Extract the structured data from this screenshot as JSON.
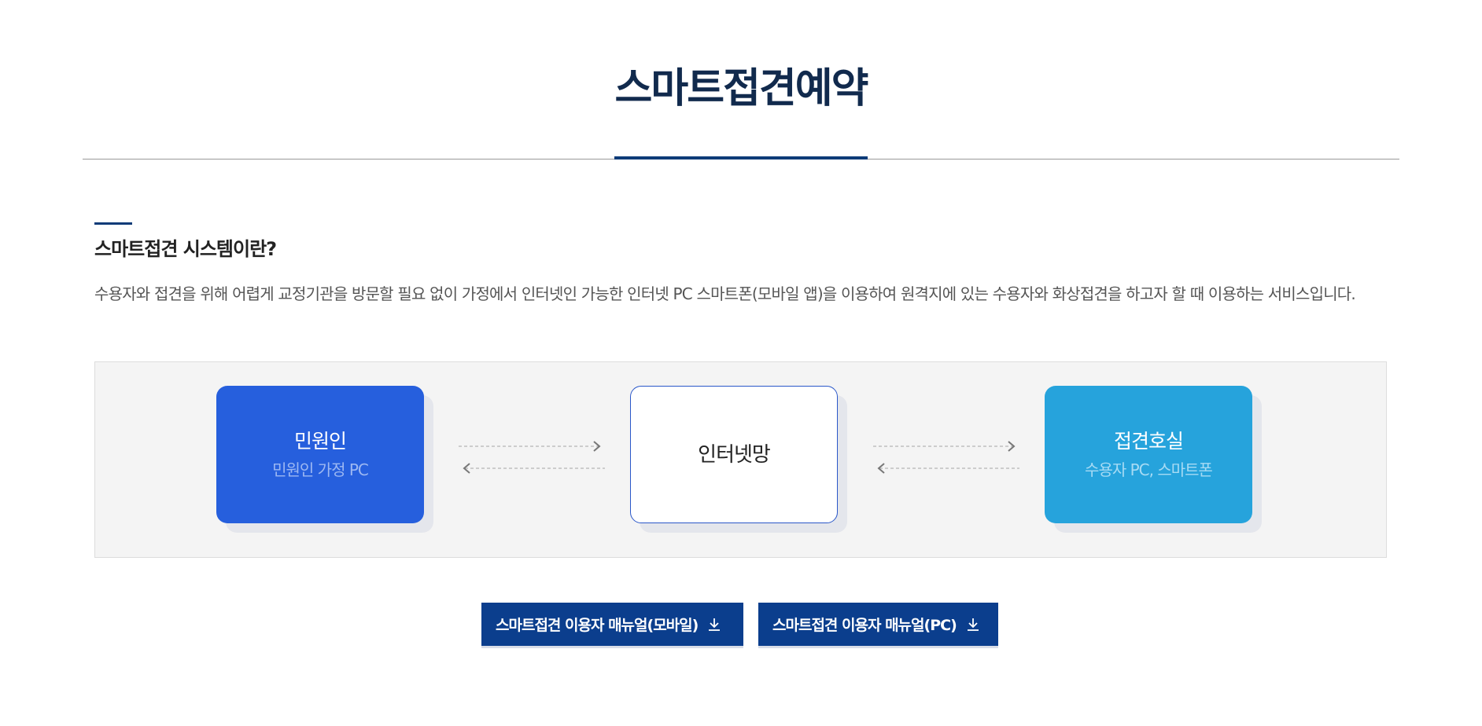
{
  "page": {
    "title": "스마트접견예약"
  },
  "section": {
    "heading": "스마트접견 시스템이란?",
    "description": "수용자와 접견을 위해 어렵게 교정기관을 방문할 필요 없이 가정에서 인터넷인 가능한 인터넷 PC 스마트폰(모바일 앱)을 이용하여 원격지에 있는 수용자와 화상접견을 하고자 할 때 이용하는 서비스입니다."
  },
  "diagram": {
    "nodes": [
      {
        "title": "민원인",
        "subtitle": "민원인 가정 PC"
      },
      {
        "title": "인터넷망",
        "subtitle": ""
      },
      {
        "title": "접견호실",
        "subtitle": "수용자 PC, 스마트폰"
      }
    ],
    "icons": {
      "arrow_right": "chevron-right-icon",
      "arrow_left": "chevron-left-icon"
    }
  },
  "buttons": {
    "mobile_manual": "스마트접견 이용자 매뉴얼(모바일)",
    "pc_manual": "스마트접견 이용자 매뉴얼(PC)",
    "icon": "download-icon"
  },
  "colors": {
    "title": "#112a4d",
    "accent": "#0c3b78",
    "civil_node": "#265fdd",
    "room_node": "#26a3dc",
    "button": "#0b3e8d"
  }
}
